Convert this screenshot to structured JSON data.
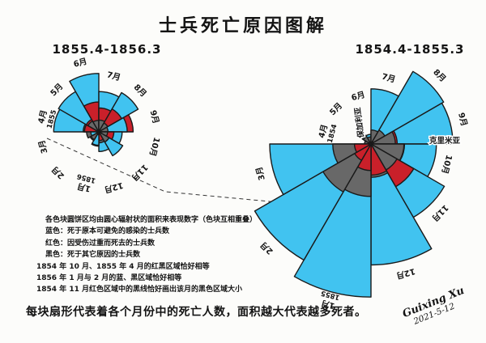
{
  "page": {
    "title": "士兵死亡原因图解",
    "caption": "每块扇形代表着各个月份中的死亡人数，面积越大代表越多死者。",
    "signature_name": "Guixing Xu",
    "signature_date": "2021-5-12"
  },
  "legend": {
    "lines": [
      "各色块圆饼区均由圆心辐射状的面积来表现数字（色块互相重叠）",
      "蓝色：死于原本可避免的感染的士兵数",
      "红色：因受伤过重而死去的士兵数",
      "黑色：死于其它原因的士兵数",
      "1854 年 10 月、1855 年 4 月的红黑区域恰好相等",
      "1856 年 1 月与 2 月的蓝、黑区域恰好相等",
      "1854 年 11 月红色区域中的黑线恰好画出该月的黑色区域大小"
    ]
  },
  "colors": {
    "blue": "#41c3f0",
    "red": "#c9202a",
    "black": "#686868",
    "ink": "#1a1a1a"
  },
  "chart_data": [
    {
      "type": "pie",
      "variant": "polar-area (Nightingale rose), wedge area ~ deaths, series overlap from center",
      "period_label": "1855.4-1856.3",
      "layout_note": "4月 wedge starts at 9 o'clock, months proceed clockwise",
      "series_legend": {
        "blue": "死于原本可避免的感染的士兵数",
        "red": "因受伤过重而死去的士兵数",
        "black": "死于其它原因的士兵数"
      },
      "months": [
        {
          "label": "4月",
          "sublabel": "1855",
          "blue": 477,
          "red": 48,
          "black": 57
        },
        {
          "label": "5月",
          "blue": 508,
          "red": 49,
          "black": 37
        },
        {
          "label": "6月",
          "blue": 802,
          "red": 209,
          "black": 31
        },
        {
          "label": "7月",
          "blue": 382,
          "red": 134,
          "black": 33
        },
        {
          "label": "8月",
          "blue": 483,
          "red": 164,
          "black": 25
        },
        {
          "label": "9月",
          "blue": 189,
          "red": 276,
          "black": 20
        },
        {
          "label": "10月",
          "blue": 128,
          "red": 53,
          "black": 18
        },
        {
          "label": "11月",
          "blue": 178,
          "red": 33,
          "black": 32
        },
        {
          "label": "12月",
          "blue": 91,
          "red": 18,
          "black": 28
        },
        {
          "label": "1月",
          "sublabel": "1856",
          "blue": 42,
          "red": 2,
          "black": 48
        },
        {
          "label": "2月",
          "blue": 24,
          "red": 0,
          "black": 19
        },
        {
          "label": "3月",
          "blue": 15,
          "red": 0,
          "black": 35
        }
      ],
      "region_labels": []
    },
    {
      "type": "pie",
      "variant": "polar-area (Nightingale rose), wedge area ~ deaths, series overlap from center",
      "period_label": "1854.4-1855.3",
      "layout_note": "4月 wedge starts at 9 o'clock, months proceed clockwise",
      "series_legend": {
        "blue": "死于原本可避免的感染的士兵数",
        "red": "因受伤过重而死去的士兵数",
        "black": "死于其它原因的士兵数"
      },
      "months": [
        {
          "label": "4月",
          "sublabel": "1854",
          "blue": 1,
          "red": 0,
          "black": 5
        },
        {
          "label": "5月",
          "blue": 12,
          "red": 0,
          "black": 9
        },
        {
          "label": "6月",
          "blue": 11,
          "red": 0,
          "black": 6
        },
        {
          "label": "7月",
          "blue": 359,
          "red": 0,
          "black": 23
        },
        {
          "label": "8月",
          "blue": 828,
          "red": 1,
          "black": 30
        },
        {
          "label": "9月",
          "blue": 788,
          "red": 81,
          "black": 70
        },
        {
          "label": "10月",
          "blue": 503,
          "red": 132,
          "black": 128
        },
        {
          "label": "11月",
          "blue": 844,
          "red": 287,
          "black": 106
        },
        {
          "label": "12月",
          "blue": 1725,
          "red": 114,
          "black": 131
        },
        {
          "label": "1月",
          "sublabel": "1855",
          "blue": 2761,
          "red": 83,
          "black": 324
        },
        {
          "label": "2月",
          "blue": 2120,
          "red": 42,
          "black": 361
        },
        {
          "label": "3月",
          "blue": 1205,
          "red": 32,
          "black": 172
        }
      ],
      "region_labels": [
        {
          "id": "bulgaria",
          "text": "保加利亚"
        },
        {
          "id": "crimea",
          "text": "克里米亚"
        }
      ]
    }
  ]
}
